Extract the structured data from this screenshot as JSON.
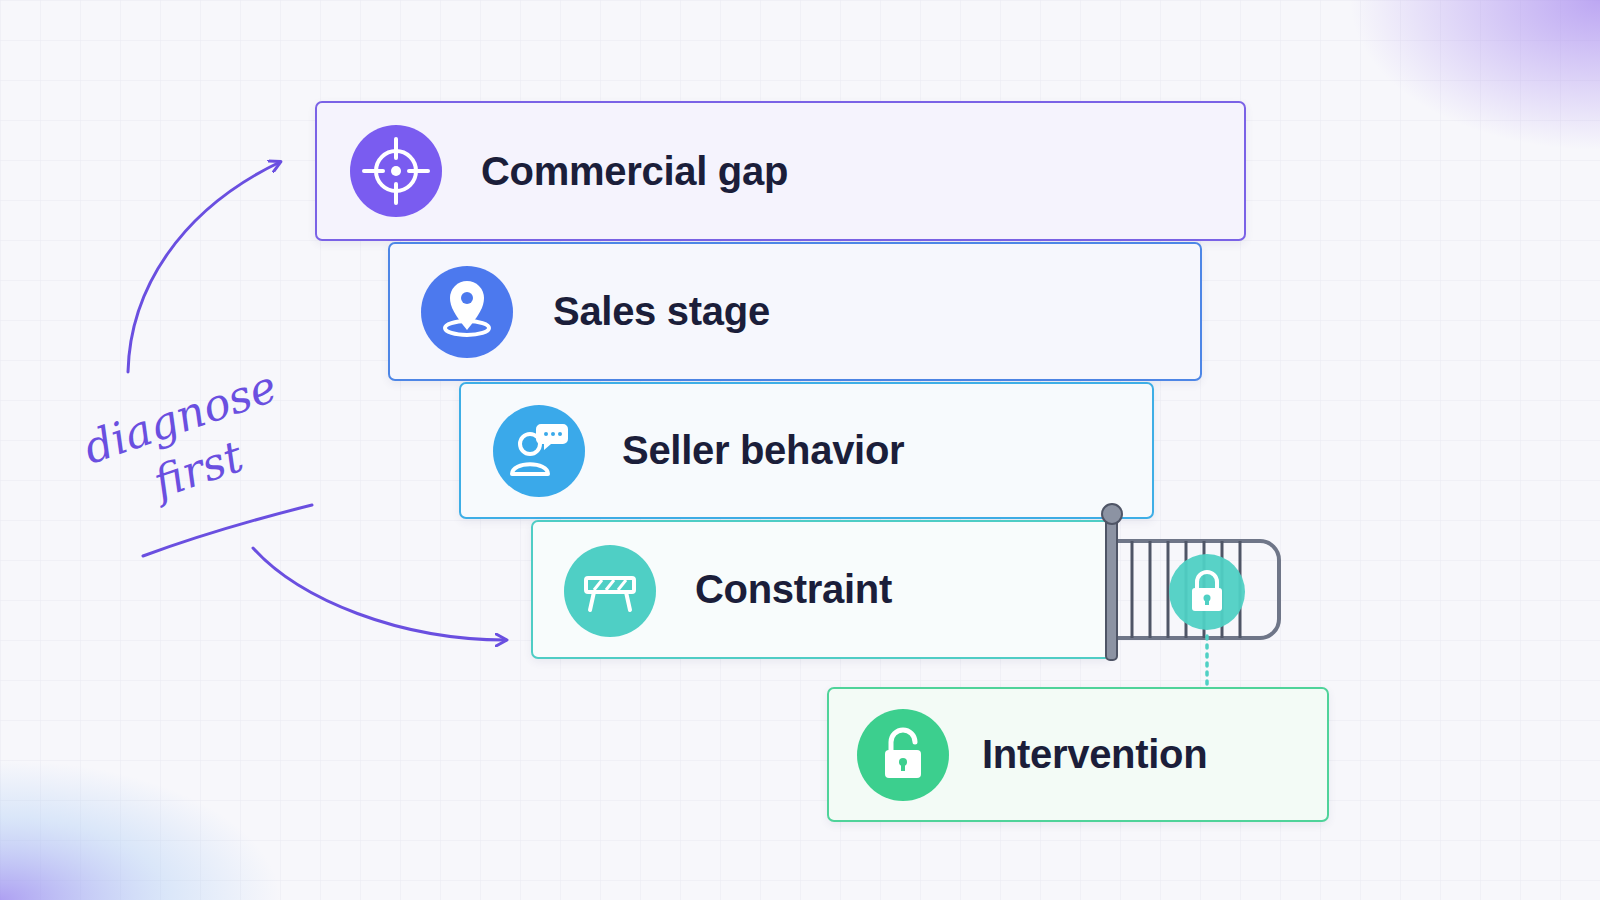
{
  "diagram": {
    "nodes": [
      {
        "text": [
          "Commercial gap"
        ]
      },
      {
        "text": [
          "Sales stage"
        ]
      },
      {
        "text": [
          "Seller behavior"
        ]
      },
      {
        "text": [
          "Constraint"
        ]
      },
      {
        "text": [
          "Intervention"
        ]
      }
    ],
    "labels": [
      "diagnose first"
    ]
  }
}
